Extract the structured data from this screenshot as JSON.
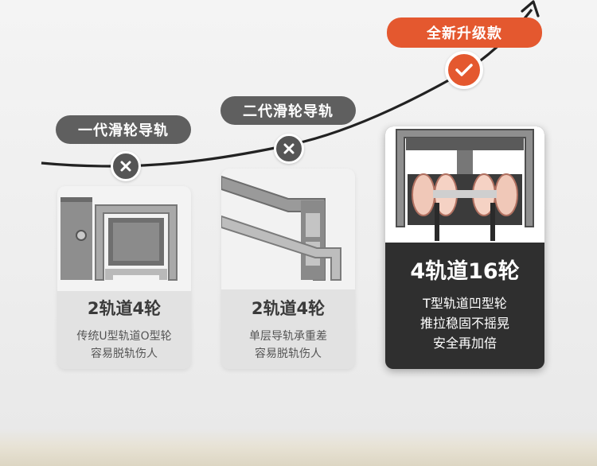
{
  "top_badge": {
    "label": "全新升级款",
    "color": "#e4582f"
  },
  "stages": [
    {
      "tag": "一代滑轮导轨",
      "status_icon": "cross-icon",
      "title": "2轨道4轮",
      "desc": [
        "传统U型轨道O型轮",
        "容易脱轨伤人"
      ]
    },
    {
      "tag": "二代滑轮导轨",
      "status_icon": "cross-icon",
      "title": "2轨道4轮",
      "desc": [
        "单层导轨承重差",
        "容易脱轨伤人"
      ]
    },
    {
      "status_icon": "check-icon",
      "title": "4轨道16轮",
      "desc": [
        "T型轨道凹型轮",
        "推拉稳固不摇晃",
        "安全再加倍"
      ]
    }
  ]
}
